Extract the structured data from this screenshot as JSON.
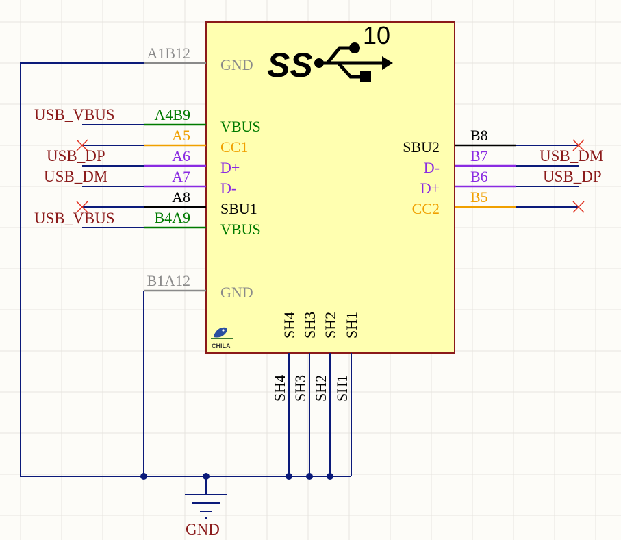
{
  "colors": {
    "background": "#fdfcf8",
    "grid": "#e6e4df",
    "body_fill": "#ffffb0",
    "body_stroke": "#8b1a1a",
    "wire": "#0b1a7a",
    "net_label": "#8b1a1a",
    "gnd_pin": "#8a8a8a",
    "vbus": "#007a00",
    "cc": "#f0a000",
    "data": "#8a2be2",
    "sbu": "#000000",
    "noconnect": "#e03020"
  },
  "logo": {
    "text": "SS",
    "superscript": "10"
  },
  "brand": {
    "text": "CHILA"
  },
  "left_pins": [
    {
      "number": "A1B12",
      "name": "GND",
      "kind": "gnd"
    },
    {
      "number": "A4B9",
      "name": "VBUS",
      "kind": "vbus"
    },
    {
      "number": "A5",
      "name": "CC1",
      "kind": "cc"
    },
    {
      "number": "A6",
      "name": "D+",
      "kind": "data"
    },
    {
      "number": "A7",
      "name": "D-",
      "kind": "data"
    },
    {
      "number": "A8",
      "name": "SBU1",
      "kind": "sbu"
    },
    {
      "number": "B4A9",
      "name": "VBUS",
      "kind": "vbus"
    },
    {
      "number": "B1A12",
      "name": "GND",
      "kind": "gnd"
    }
  ],
  "right_pins": [
    {
      "number": "B8",
      "name": "SBU2",
      "kind": "sbu"
    },
    {
      "number": "B7",
      "name": "D-",
      "kind": "data"
    },
    {
      "number": "B6",
      "name": "D+",
      "kind": "data"
    },
    {
      "number": "B5",
      "name": "CC2",
      "kind": "cc"
    }
  ],
  "bottom_pins": [
    {
      "name": "SH4",
      "number": "SH4"
    },
    {
      "name": "SH3",
      "number": "SH3"
    },
    {
      "name": "SH2",
      "number": "SH2"
    },
    {
      "name": "SH1",
      "number": "SH1"
    }
  ],
  "net_labels": {
    "left": [
      "USB_VBUS",
      "USB_DP",
      "USB_DM",
      "USB_VBUS"
    ],
    "right": [
      "USB_DM",
      "USB_DP"
    ]
  },
  "power_symbol": {
    "label": "GND"
  }
}
